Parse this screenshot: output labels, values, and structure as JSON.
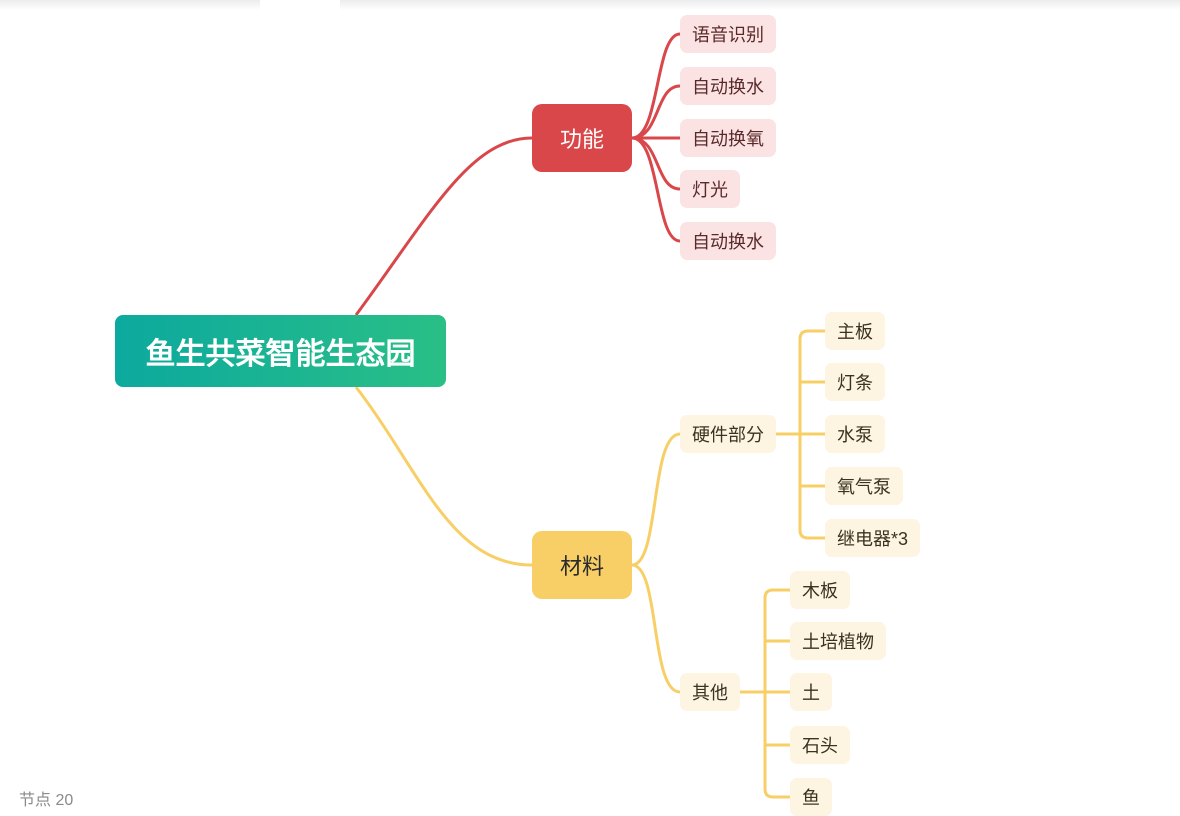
{
  "diagram": {
    "root": {
      "label": "鱼生共菜智能生态园"
    },
    "branches": {
      "function": {
        "label": "功能",
        "color": "#d9474a"
      },
      "material": {
        "label": "材料",
        "color": "#f7cf66"
      }
    },
    "function_items": [
      "语音识别",
      "自动换水",
      "自动换氧",
      "灯光",
      "自动换水"
    ],
    "material_groups": {
      "hardware": {
        "label": "硬件部分",
        "items": [
          "主板",
          "灯条",
          "水泵",
          "氧气泵",
          "继电器*3"
        ]
      },
      "other": {
        "label": "其他",
        "items": [
          "木板",
          "土培植物",
          "土",
          "石头",
          "鱼"
        ]
      }
    }
  },
  "status": {
    "node_count_text": "节点 20"
  },
  "colors": {
    "root_gradient": [
      "#0ca99e",
      "#2abf86"
    ],
    "red_leaf_bg": "#fbe3e3",
    "yellow_leaf_bg": "#fdf5e2"
  }
}
